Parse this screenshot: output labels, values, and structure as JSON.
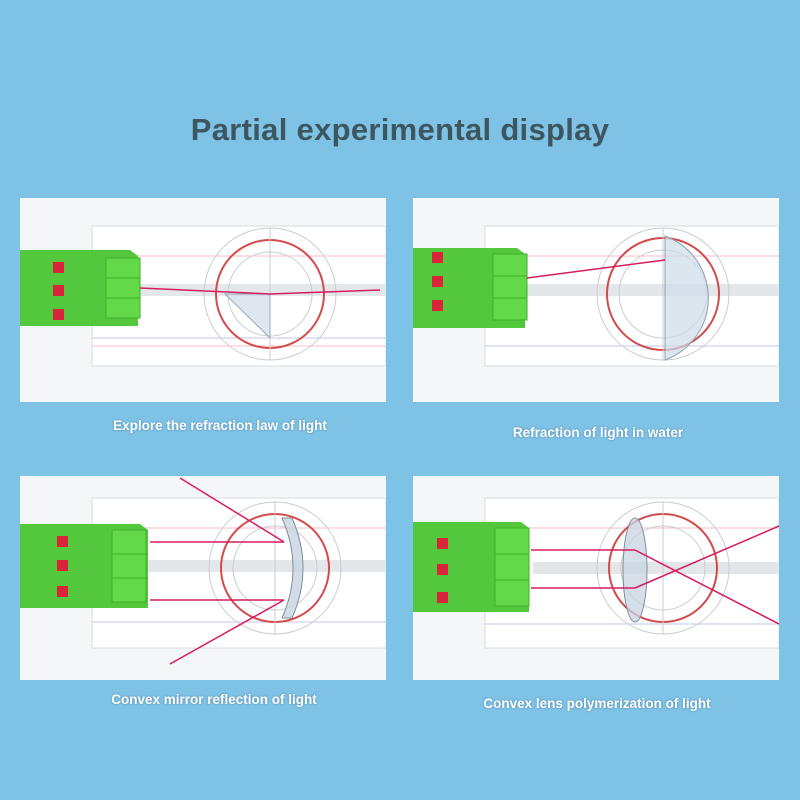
{
  "title": "Partial experimental display",
  "panels": [
    {
      "caption": "Explore the refraction law of light",
      "experiment": "refraction-law"
    },
    {
      "caption": "Refraction of light in water",
      "experiment": "water-refraction"
    },
    {
      "caption": "Convex mirror reflection of light",
      "experiment": "convex-mirror"
    },
    {
      "caption": "Convex lens polymerization of light",
      "experiment": "convex-lens"
    }
  ],
  "colors": {
    "background": "#7ec2e6",
    "light_box": "#63d94a",
    "switch": "#d9243a",
    "laser": "#d81b60",
    "protractor_ring": "#d44a4a"
  }
}
